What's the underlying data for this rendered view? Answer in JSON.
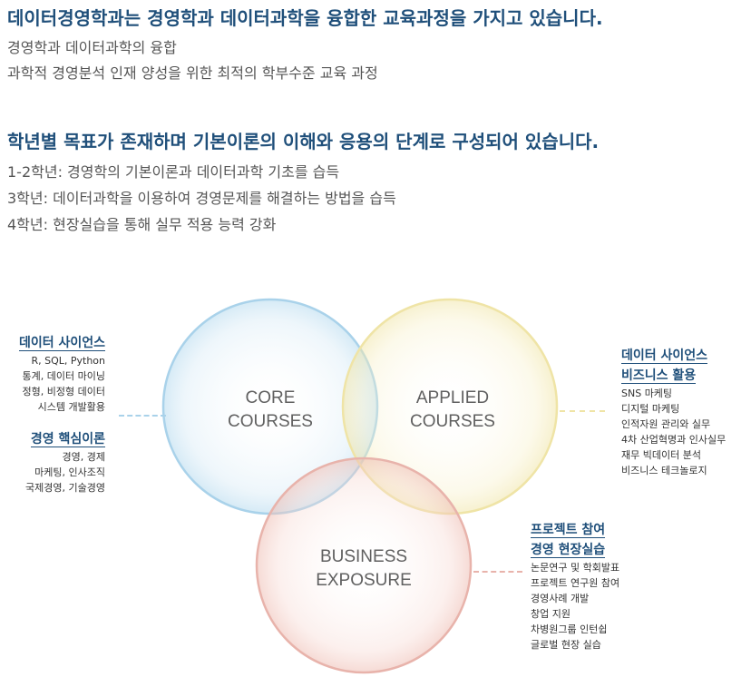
{
  "intro": {
    "heading": "데이터경영학과는 경영학과 데이터과학을 융합한 교육과정을 가지고 있습니다.",
    "lines": [
      "경영학과 데이터과학의 융합",
      "과학적 경영분석 인재 양성을 위한 최적의 학부수준 교육 과정"
    ]
  },
  "goals": {
    "heading": "학년별 목표가 존재하며 기본이론의 이해와 응용의 단계로 구성되어 있습니다.",
    "lines": [
      "1-2학년: 경영학의 기본이론과 데이터과학 기초를 습득",
      "3학년: 데이터과학을 이용하여 경영문제를 해결하는 방법을 습득",
      "4학년: 현장실습을 통해 실무 적용 능력 강화"
    ]
  },
  "diagram": {
    "colors": {
      "core": "#a9d2ea",
      "applied": "#efe4a6",
      "business": "#e8b3ab",
      "heading": "#1f4f7a"
    },
    "circles": {
      "core": [
        "CORE",
        "COURSES"
      ],
      "applied": [
        "APPLIED",
        "COURSES"
      ],
      "business": [
        "BUSINESS",
        "EXPOSURE"
      ]
    },
    "left": {
      "data_science": {
        "title": "데이터 사이언스",
        "items": [
          "R, SQL, Python",
          "통계, 데이터 마이닝",
          "정형, 비정형 데이터",
          "시스템 개발활용"
        ]
      },
      "management": {
        "title": "경영 핵심이론",
        "items": [
          "경영, 경제",
          "마케팅, 인사조직",
          "국제경영, 기술경영"
        ]
      }
    },
    "right": {
      "title1": "데이터 사이언스",
      "title2": "비즈니스 활용",
      "items": [
        "SNS 마케팅",
        "디지털 마케팅",
        "인적자원 관리와 실무",
        "4차 산업혁명과 인사실무",
        "재무 빅데이터 분석",
        "비즈니스 테크놀로지"
      ]
    },
    "bottom": {
      "title1": "프로젝트 참여",
      "title2": "경영 현장실습",
      "items": [
        "논문연구 및 학회발표",
        "프로젝트 연구원 참여",
        "경영사례 개발",
        "창업 지원",
        "차병원그룹 인턴쉽",
        "글로벌 현장 실습"
      ]
    }
  }
}
